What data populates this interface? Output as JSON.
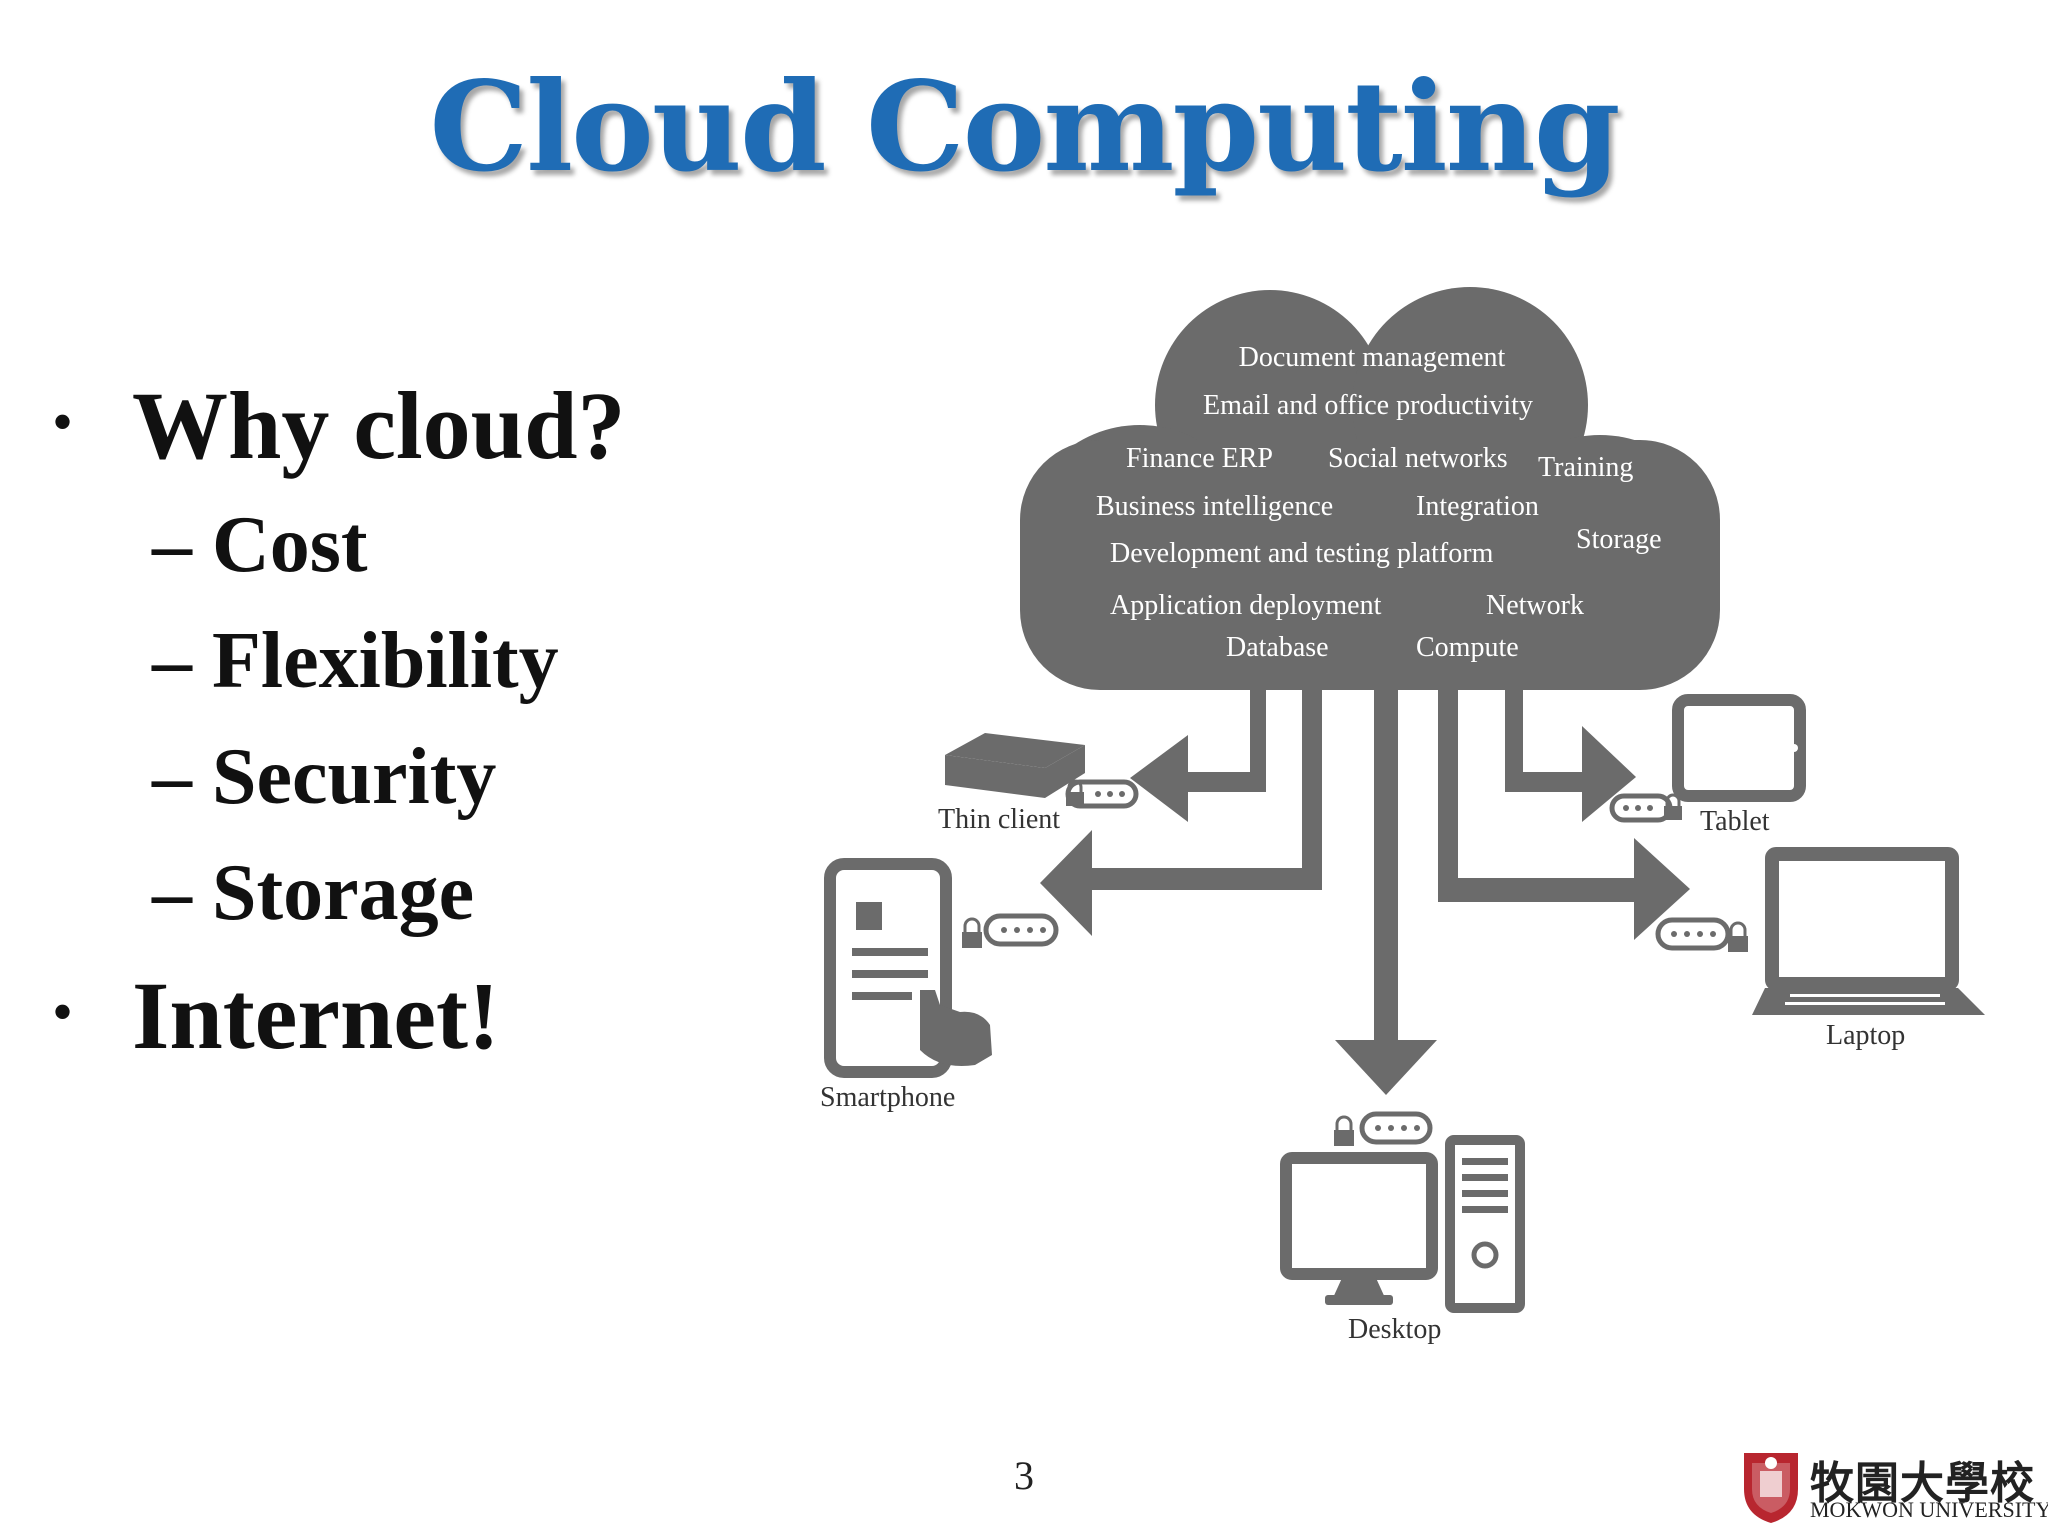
{
  "slide": {
    "title": "Cloud Computing",
    "bullets": [
      {
        "text": "Why cloud?",
        "sub": [
          "Cost",
          "Flexibility",
          "Security",
          "Storage"
        ]
      },
      {
        "text": "Internet!",
        "sub": []
      }
    ],
    "page_number": "3"
  },
  "diagram": {
    "cloud_services": [
      "Document management",
      "Email and office productivity",
      "Finance ERP",
      "Social networks",
      "Training",
      "Business intelligence",
      "Integration",
      "Development and testing platform",
      "Storage",
      "Application deployment",
      "Network",
      "Database",
      "Compute"
    ],
    "devices": [
      "Thin client",
      "Smartphone",
      "Desktop",
      "Tablet",
      "Laptop"
    ]
  },
  "logo": {
    "name_cn": "牧園大學校",
    "name_en": "MOKWON UNIVERSITY"
  },
  "colors": {
    "title": "#1f6cb5",
    "diagram_gray": "#6b6b6b",
    "cloud_text": "#ffffff",
    "logo_red": "#b8262f"
  }
}
